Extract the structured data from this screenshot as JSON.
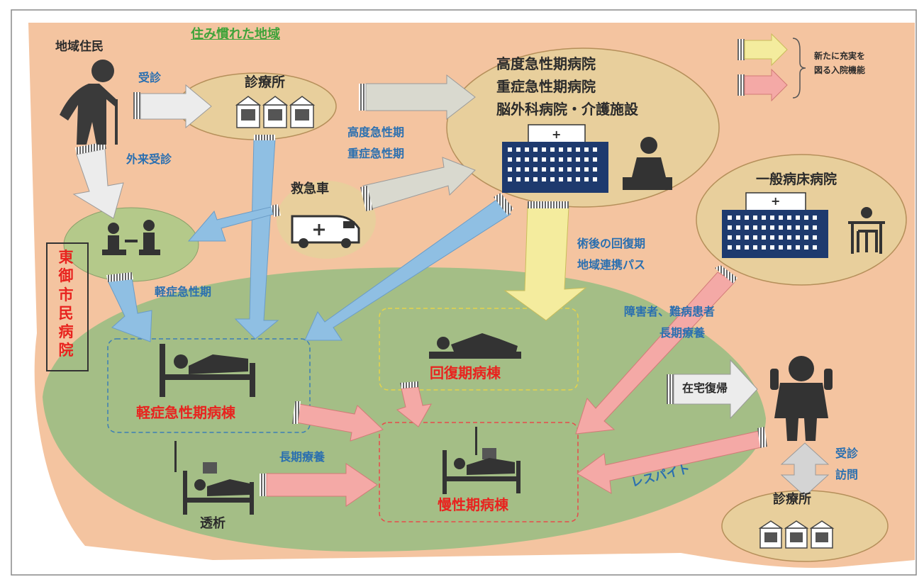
{
  "labels": {
    "familiar_area": "住み慣れた地域",
    "local_residents": "地域住民",
    "consult": "受診",
    "clinic": "診療所",
    "outpatient": "外来受診",
    "advanced_hospitals_line1": "高度急性期病院",
    "advanced_hospitals_line2": "重症急性期病院",
    "advanced_hospitals_line3": "脳外科病院・介護施設",
    "advanced_acute": "高度急性期",
    "severe_acute": "重症急性期",
    "ambulance": "救急車",
    "general_hospital": "一般病床病院",
    "postop_recovery": "術後の回復期",
    "regional_path": "地域連携パス",
    "hospital_name": "東御市民病院",
    "mild_acute": "軽症急性期",
    "disabled_patients": "障害者、難病患者",
    "long_term_care_1": "長期療養",
    "mild_acute_ward": "軽症急性期病棟",
    "recovery_ward": "回復期病棟",
    "home_return": "在宅復帰",
    "long_term_care_2": "長期療養",
    "chronic_ward": "慢性期病棟",
    "respite": "レスパイト",
    "dialysis": "透析",
    "consult2": "受診",
    "visit": "訪問",
    "clinic2": "診療所"
  },
  "legend": {
    "line1": "新たに充実を",
    "line2": "図る入院機能"
  },
  "colors": {
    "background_orange": "#f4c4a0",
    "green_area": "#a4be86",
    "ellipse": "#e8cf9c",
    "blue_arrow": "#8fbfe3",
    "gray_arrow": "#d9d9cf",
    "pink_arrow": "#f4a9a6",
    "yellow_arrow": "#f4ec9e"
  }
}
